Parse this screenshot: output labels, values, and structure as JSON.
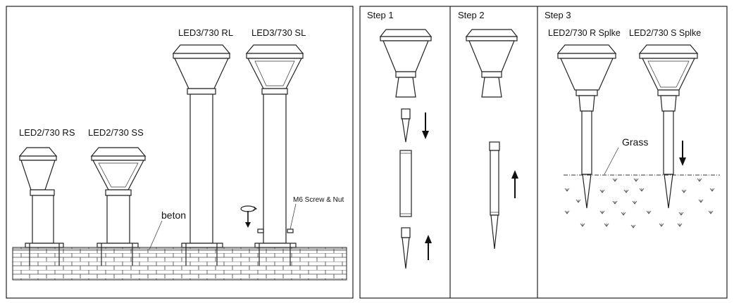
{
  "left_panel": {
    "lamps": [
      {
        "label": "LED2/730 RS"
      },
      {
        "label": "LED2/730 SS"
      },
      {
        "label": "LED3/730 RL"
      },
      {
        "label": "LED3/730 SL"
      }
    ],
    "ground_label": "beton",
    "screw_label": "M6 Screw & Nut"
  },
  "right_panel": {
    "step1": {
      "title": "Step 1"
    },
    "step2": {
      "title": "Step 2"
    },
    "step3": {
      "title": "Step 3",
      "lamp_labels": [
        "LED2/730 R Splke",
        "LED2/730 S Splke"
      ],
      "grass_label": "Grass"
    }
  }
}
